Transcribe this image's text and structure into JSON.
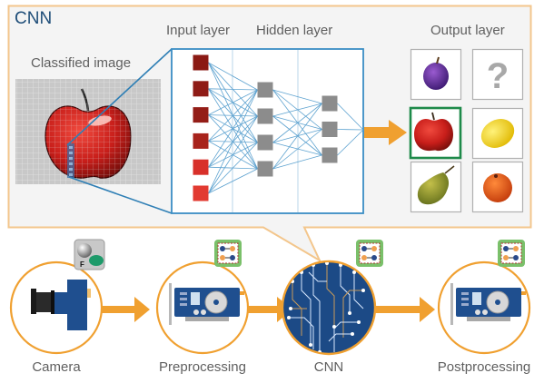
{
  "panel": {
    "title": "CNN",
    "classified_image_label": "Classified image",
    "input_layer_label": "Input layer",
    "hidden_layer_label": "Hidden layer",
    "output_layer_label": "Output layer"
  },
  "network": {
    "input_nodes": 6,
    "hidden_nodes_1": 4,
    "hidden_nodes_2": 3,
    "input_node_colors": [
      "#8b1a14",
      "#8f1b16",
      "#941d17",
      "#a8231c",
      "#d8302a",
      "#e23a31"
    ]
  },
  "outputs": [
    {
      "name": "plum",
      "icon": "plum-icon",
      "selected": false
    },
    {
      "name": "unknown",
      "icon": "question-mark-icon",
      "selected": false
    },
    {
      "name": "apple",
      "icon": "apple-icon",
      "selected": true
    },
    {
      "name": "lemon",
      "icon": "lemon-icon",
      "selected": false
    },
    {
      "name": "pear",
      "icon": "pear-icon",
      "selected": false
    },
    {
      "name": "orange",
      "icon": "orange-icon",
      "selected": false
    }
  ],
  "pipeline": [
    {
      "label": "Camera",
      "icon": "camera-icon",
      "badge": "frame-grabber-badge-icon"
    },
    {
      "label": "Preprocessing",
      "icon": "pcie-card-icon",
      "badge": "applet-badge-icon"
    },
    {
      "label": "CNN",
      "icon": "circuit-icon",
      "badge": "applet-badge-icon"
    },
    {
      "label": "Postprocessing",
      "icon": "pcie-card-icon",
      "badge": "applet-badge-icon"
    }
  ],
  "colors": {
    "accent_orange": "#f0a030",
    "frame_orange": "#f3c68c",
    "network_blue": "#3a8dc4",
    "title_blue": "#1f4e79",
    "selected_green": "#1e8a4a",
    "node_gray": "#8c8c8c",
    "card_blue": "#1f4f8f"
  }
}
